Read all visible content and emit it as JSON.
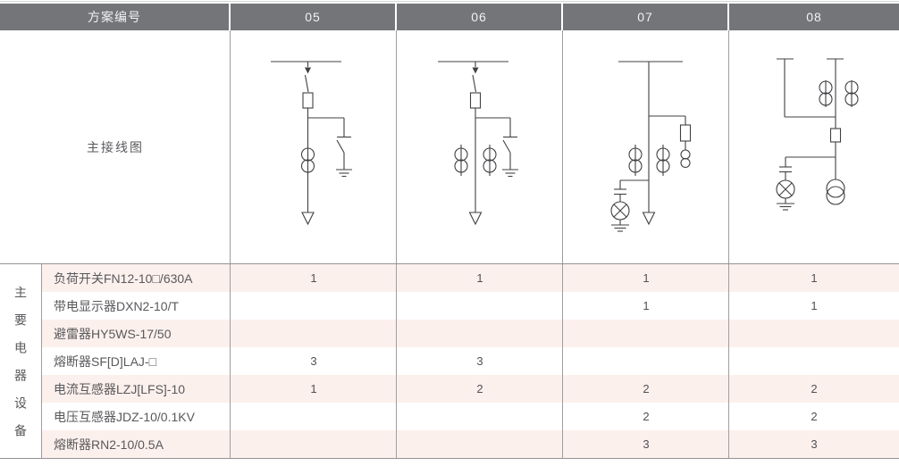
{
  "table": {
    "header": {
      "label": "方案编号",
      "schemes": [
        "05",
        "06",
        "07",
        "08"
      ]
    },
    "diagram_row_label": "主接线图",
    "equipment_group_label": "主要电器设备",
    "equipment_rows": [
      {
        "name": "负荷开关FN12-10□/630A",
        "quantities": [
          "1",
          "1",
          "1",
          "1"
        ]
      },
      {
        "name": "带电显示器DXN2-10/T",
        "quantities": [
          "",
          "",
          "1",
          "1"
        ]
      },
      {
        "name": "避雷器HY5WS-17/50",
        "quantities": [
          "",
          "",
          "",
          ""
        ]
      },
      {
        "name": "熔断器SF[D]LAJ-□",
        "quantities": [
          "3",
          "3",
          "",
          ""
        ]
      },
      {
        "name": "电流互感器LZJ[LFS]-10",
        "quantities": [
          "1",
          "2",
          "2",
          "2"
        ]
      },
      {
        "name": "电压互感器JDZ-10/0.1KV",
        "quantities": [
          "",
          "",
          "2",
          "2"
        ]
      },
      {
        "name": "熔断器RN2-10/0.5A",
        "quantities": [
          "",
          "",
          "3",
          "3"
        ]
      }
    ],
    "diagrams": [
      {
        "scheme": "05",
        "components": [
          "busbar",
          "load-switch",
          "fuse",
          "earthing-switch",
          "current-transformer",
          "outgoing-cable-arrow"
        ]
      },
      {
        "scheme": "06",
        "components": [
          "busbar",
          "load-switch",
          "fuse",
          "earthing-switch",
          "current-transformer",
          "current-transformer",
          "outgoing-cable-arrow"
        ]
      },
      {
        "scheme": "07",
        "components": [
          "busbar",
          "current-transformer",
          "current-transformer",
          "pt-fuse",
          "voltage-transformer",
          "capacitor",
          "live-display-lamp",
          "ground",
          "outgoing-cable-arrow"
        ]
      },
      {
        "scheme": "08",
        "components": [
          "double-busbar",
          "current-transformer",
          "current-transformer",
          "fuse",
          "capacitor",
          "live-display-lamp",
          "ground",
          "voltage-transformer"
        ]
      }
    ]
  },
  "colors": {
    "header_bg": "#747579",
    "header_text": "#f2f2f3",
    "row_stripe_pink": "#fcf0ed",
    "grid_line": "#9e9e9f",
    "diagram_line": "#3f4043",
    "body_text": "#58595c"
  }
}
